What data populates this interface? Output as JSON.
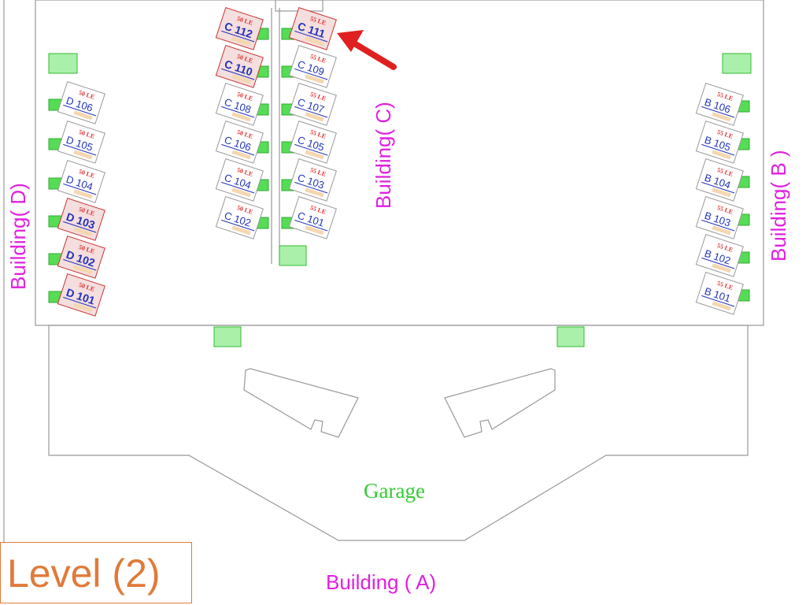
{
  "title": "Level (2)",
  "buildings": {
    "a": "Building ( A)",
    "b": "Building( B )",
    "c": "Building( C)",
    "d": "Building( D)"
  },
  "garage": "Garage",
  "units": {
    "c_left": [
      {
        "id": "C 112",
        "price": "50 LE"
      },
      {
        "id": "C 110",
        "price": "50 LE"
      },
      {
        "id": "C 108",
        "price": "50 LE"
      },
      {
        "id": "C 106",
        "price": "50 LE"
      },
      {
        "id": "C 104",
        "price": "50 LE"
      },
      {
        "id": "C 102",
        "price": "50 LE"
      }
    ],
    "c_right": [
      {
        "id": "C 111",
        "price": "55 LE"
      },
      {
        "id": "C 109",
        "price": "55 LE"
      },
      {
        "id": "C 107",
        "price": "55 LE"
      },
      {
        "id": "C 105",
        "price": "55 LE"
      },
      {
        "id": "C 103",
        "price": "55 LE"
      },
      {
        "id": "C 101",
        "price": "55 LE"
      }
    ],
    "d": [
      {
        "id": "D 106",
        "price": "50 LE"
      },
      {
        "id": "D 105",
        "price": "50 LE"
      },
      {
        "id": "D 104",
        "price": "50 LE"
      },
      {
        "id": "D 103",
        "price": "50 LE"
      },
      {
        "id": "D 102",
        "price": "50 LE"
      },
      {
        "id": "D 101",
        "price": "50 LE"
      }
    ],
    "b": [
      {
        "id": "B 106",
        "price": "55 LE"
      },
      {
        "id": "B 105",
        "price": "55 LE"
      },
      {
        "id": "B 104",
        "price": "55 LE"
      },
      {
        "id": "B 103",
        "price": "55 LE"
      },
      {
        "id": "B 102",
        "price": "55 LE"
      },
      {
        "id": "B 101",
        "price": "55 LE"
      }
    ]
  },
  "highlighted_unit": "C 111",
  "colors": {
    "label": "#e020e0",
    "unit_text": "#2233bb",
    "price": "#e03030",
    "room": "#55dd55",
    "arrow": "#e02020",
    "level": "#e07a3a"
  }
}
